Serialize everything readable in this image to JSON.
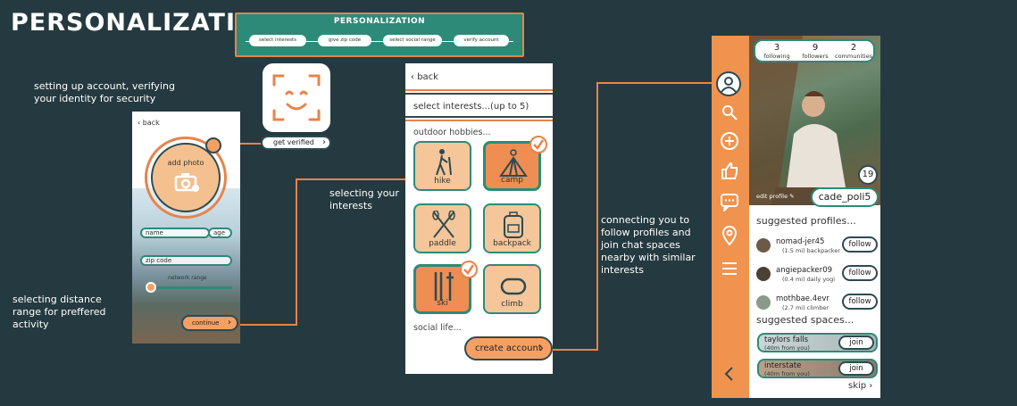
{
  "title": "PERSONALIZATION",
  "notes": {
    "account": "setting up account, verifying your identity for security",
    "distance": "selecting distance range for preffered activity",
    "interests": "selecting your interests",
    "connecting": "connecting you to follow profiles and join chat spaces nearby with similar interests"
  },
  "topnav": {
    "title": "PERSONALIZATION",
    "steps": [
      "select interests",
      "give zip code",
      "select social range",
      "verify account"
    ]
  },
  "verify": {
    "button": "get verified"
  },
  "signup": {
    "back": "back",
    "add_photo": "add photo",
    "name_placeholder": "name",
    "age_placeholder": "age",
    "zip_placeholder": "zip code",
    "range_label": "network range",
    "continue": "continue"
  },
  "interests": {
    "back": "back",
    "prompt": "select interests...(up to 5)",
    "section_outdoor": "outdoor hobbies...",
    "tiles": [
      {
        "label": "hike",
        "selected": false
      },
      {
        "label": "camp",
        "selected": true
      },
      {
        "label": "paddle",
        "selected": false
      },
      {
        "label": "backpack",
        "selected": false
      },
      {
        "label": "ski",
        "selected": true
      },
      {
        "label": "climb",
        "selected": false
      }
    ],
    "section_social": "social life...",
    "create": "create account"
  },
  "profile": {
    "stats": [
      {
        "n": "3",
        "label": "following"
      },
      {
        "n": "9",
        "label": "followers"
      },
      {
        "n": "2",
        "label": "communities"
      }
    ],
    "badge": "19",
    "edit": "edit profile",
    "username": "cade_poli5",
    "suggested_profiles_title": "suggested profiles...",
    "profiles": [
      {
        "name": "nomad-jer45",
        "sub": "(1.5 mi) backpacker",
        "action": "follow"
      },
      {
        "name": "angiepacker09",
        "sub": "(0.4 mi) daily yogi",
        "action": "follow"
      },
      {
        "name": "mothbae.4evr",
        "sub": "(2.7 mi) climber",
        "action": "follow"
      }
    ],
    "suggested_spaces_title": "suggested spaces...",
    "spaces": [
      {
        "name": "taylors falls",
        "sub": "(40m from you)",
        "action": "join"
      },
      {
        "name": "interstate",
        "sub": "(40m from you)",
        "action": "join"
      }
    ],
    "skip": "skip"
  },
  "colors": {
    "bg": "#253a40",
    "orange": "#e8834a",
    "teal": "#2d8a78",
    "tile": "#f5c69a"
  }
}
